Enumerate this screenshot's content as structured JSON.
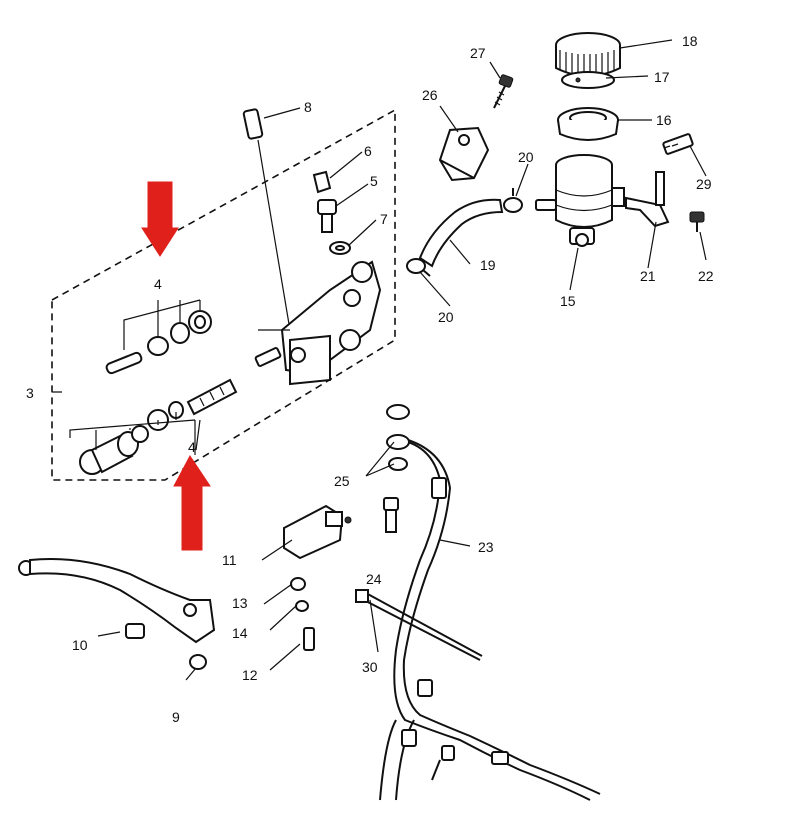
{
  "diagram": {
    "callouts": [
      {
        "id": "c1",
        "text": "18"
      },
      {
        "id": "c2",
        "text": "17"
      },
      {
        "id": "c3",
        "text": "16"
      },
      {
        "id": "c4",
        "text": "27"
      },
      {
        "id": "c5",
        "text": "26"
      },
      {
        "id": "c6",
        "text": "8"
      },
      {
        "id": "c7",
        "text": "6"
      },
      {
        "id": "c8",
        "text": "5"
      },
      {
        "id": "c9",
        "text": "7"
      },
      {
        "id": "c10",
        "text": "20"
      },
      {
        "id": "c11",
        "text": "29"
      },
      {
        "id": "c12",
        "text": "19"
      },
      {
        "id": "c13",
        "text": "21"
      },
      {
        "id": "c14",
        "text": "22"
      },
      {
        "id": "c15",
        "text": "15"
      },
      {
        "id": "c16",
        "text": "20"
      },
      {
        "id": "c17",
        "text": "4"
      },
      {
        "id": "c18",
        "text": "3"
      },
      {
        "id": "c19",
        "text": "4"
      },
      {
        "id": "c20",
        "text": "25"
      },
      {
        "id": "c21",
        "text": "23"
      },
      {
        "id": "c22",
        "text": "11"
      },
      {
        "id": "c23",
        "text": "24"
      },
      {
        "id": "c24",
        "text": "13"
      },
      {
        "id": "c25",
        "text": "14"
      },
      {
        "id": "c26",
        "text": "12"
      },
      {
        "id": "c27",
        "text": "30"
      },
      {
        "id": "c28",
        "text": "10"
      },
      {
        "id": "c29",
        "text": "9"
      }
    ],
    "arrow_color": "#e0201b"
  }
}
